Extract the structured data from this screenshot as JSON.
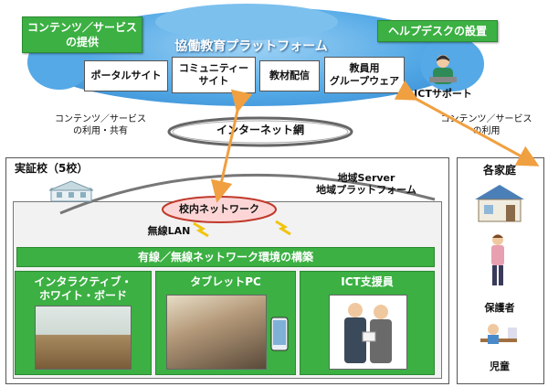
{
  "cloud": {
    "title": "協働教育プラットフォーム",
    "services": [
      "ポータルサイト",
      "コミュニティー\nサイト",
      "教材配信",
      "教員用\nグループウェア"
    ]
  },
  "labels": {
    "content_provide": "コンテンツ／サービス\nの提供",
    "helpdesk": "ヘルプデスクの設置",
    "ict_support": "ICTサポート",
    "content_use_share": "コンテンツ／サービス\nの利用・共有",
    "internet": "インターネット網",
    "content_use": "コンテンツ／サービス\nの利用"
  },
  "school": {
    "title": "実証校（5校）",
    "regional": "地域Server\n地域プラットフォーム",
    "school_network": "校内ネットワーク",
    "wireless": "無線LAN",
    "network_bar": "有線／無線ネットワーク環境の構築",
    "cards": [
      "インタラクティブ・\nホワイト・ボード",
      "タブレットPC",
      "ICT支援員"
    ]
  },
  "home": {
    "title": "各家庭",
    "parent": "保護者",
    "child": "児童"
  },
  "colors": {
    "green": "#3cb043",
    "cloud_blue": "#54a9e6",
    "arrow_orange": "#f0a040"
  }
}
